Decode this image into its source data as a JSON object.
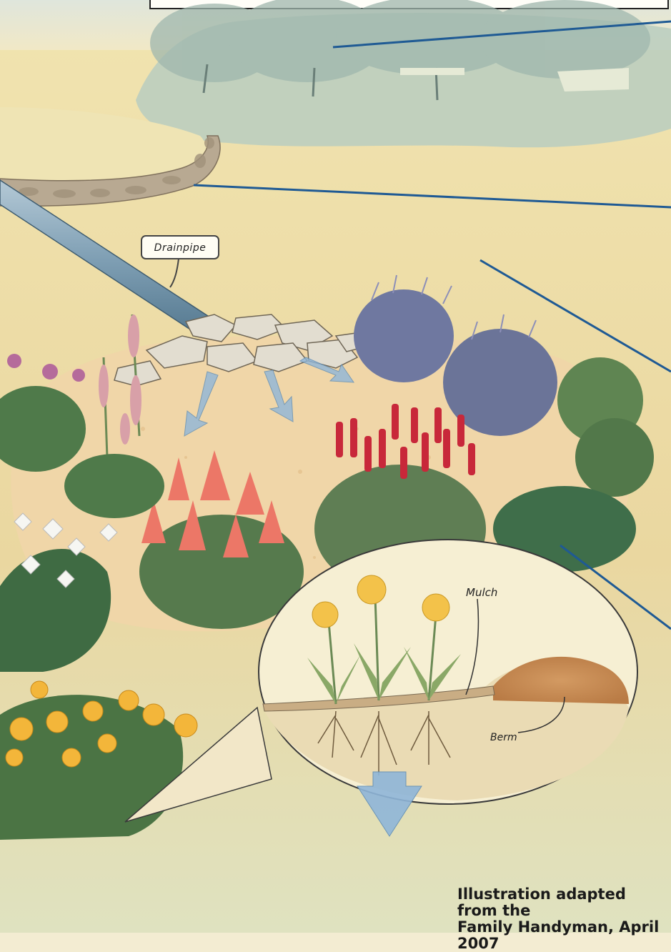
{
  "labels": {
    "drainpipe": "Drainpipe",
    "mulch": "Mulch",
    "berm": "Berm"
  },
  "credit": {
    "line1": "Illustration adapted from the",
    "line2": "Family Handyman, April 2007"
  },
  "colors": {
    "lawn": "#efe3ae",
    "mulch_bed": "#f0d6a8",
    "water_pond": "#b9cdc0",
    "leader_line": "#1f5a94",
    "flow_arrow": "#8fb6d9",
    "flower_red": "#c8283a",
    "flower_salmon": "#ec7767",
    "flower_yellow": "#f3b63a",
    "foliage": "#4f7a4a",
    "lavender": "#6f78a0"
  }
}
